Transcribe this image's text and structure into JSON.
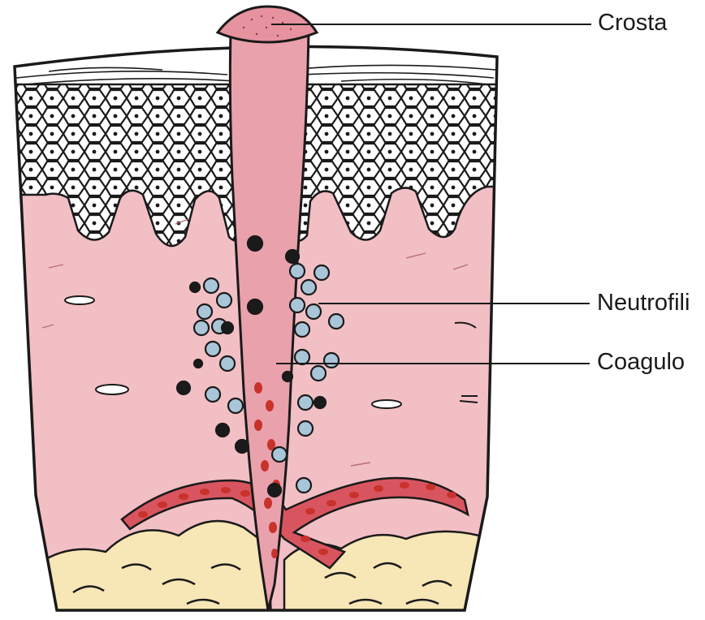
{
  "labels": {
    "crosta": "Crosta",
    "neutrofili": "Neutrofili",
    "coagulo": "Coagulo"
  },
  "colors": {
    "dermis": "#f2bfc4",
    "scab": "#e7929f",
    "clot": "#e9a1ac",
    "fat": "#f7e6b6",
    "vessel": "#d8555f",
    "red_cell": "#c8322b",
    "neutrophil": "#a9c6d9",
    "outline": "#1a1a1a"
  }
}
